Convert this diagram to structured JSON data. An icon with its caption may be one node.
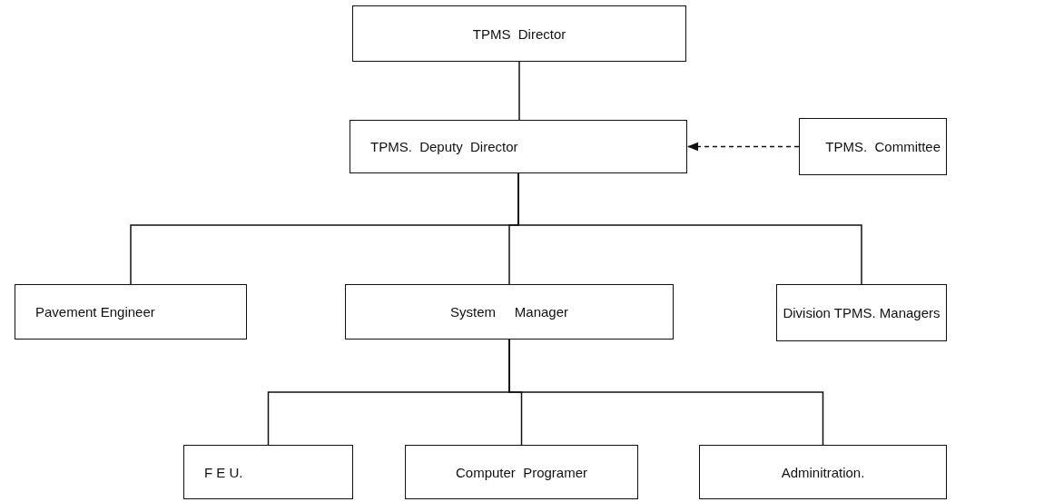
{
  "diagram": {
    "nodes": [
      {
        "text": [
          "TPMS  Director"
        ]
      },
      {
        "text": [
          "TPMS.  Deputy  Director"
        ]
      },
      {
        "text": [
          "TPMS.  Committee"
        ]
      },
      {
        "text": [
          "Pavement Engineer"
        ]
      },
      {
        "text": [
          "System     Manager"
        ]
      },
      {
        "text": [
          "Division TPMS. Managers"
        ]
      },
      {
        "text": [
          "F E U."
        ]
      },
      {
        "text": [
          "Computer  Programer"
        ]
      },
      {
        "text": [
          "Adminitration."
        ]
      }
    ],
    "edges": [
      {
        "from": 0,
        "to": 1,
        "arrow": "none"
      },
      {
        "from": 2,
        "to": 1,
        "arrow": "to",
        "style": "dashed"
      },
      {
        "from": 1,
        "to": 3,
        "arrow": "none"
      },
      {
        "from": 1,
        "to": 4,
        "arrow": "none"
      },
      {
        "from": 1,
        "to": 5,
        "arrow": "none"
      },
      {
        "from": 4,
        "to": 6,
        "arrow": "none"
      },
      {
        "from": 4,
        "to": 7,
        "arrow": "none"
      },
      {
        "from": 4,
        "to": 8,
        "arrow": "none"
      }
    ]
  }
}
